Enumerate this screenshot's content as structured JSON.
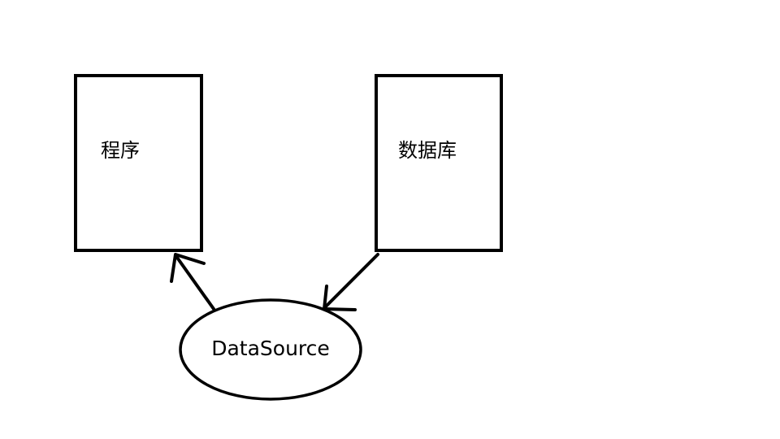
{
  "diagram": {
    "nodes": {
      "program": {
        "label": "程序"
      },
      "database": {
        "label": "数据库"
      },
      "datasource": {
        "label": "DataSource"
      }
    },
    "edges": [
      {
        "from": "database",
        "to": "datasource"
      },
      {
        "from": "datasource",
        "to": "program"
      }
    ]
  }
}
